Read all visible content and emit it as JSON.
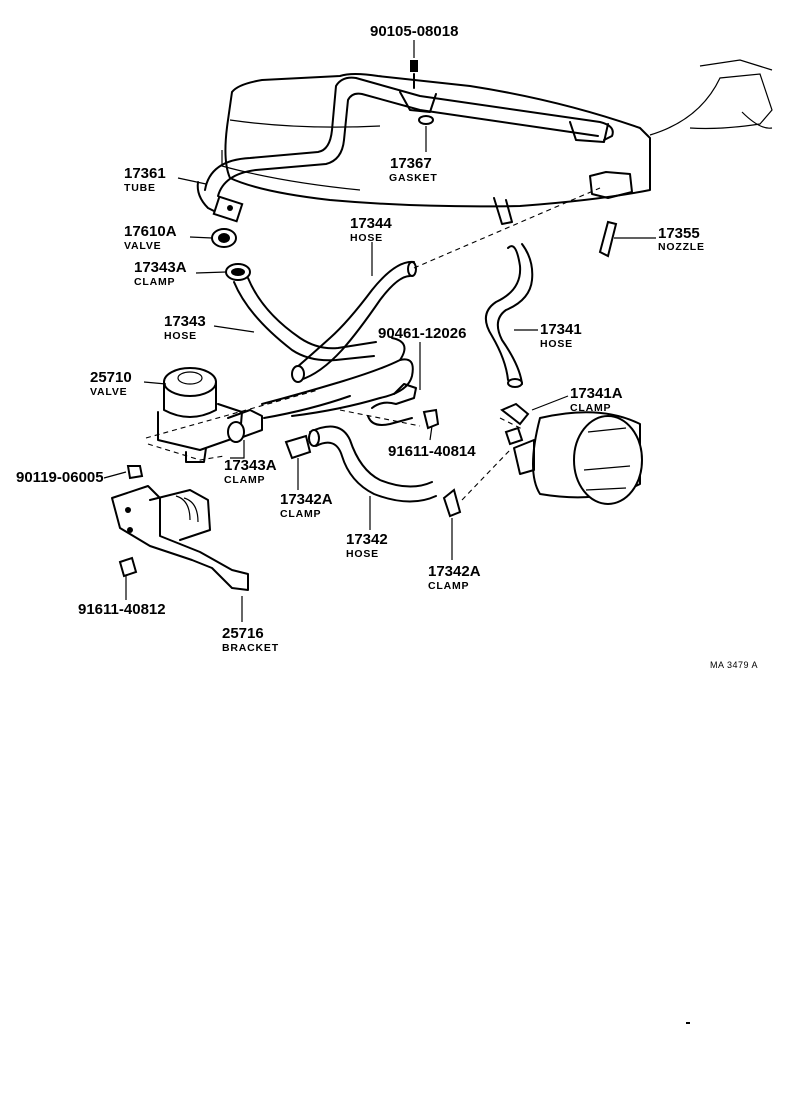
{
  "callouts": [
    {
      "id": "c-90105",
      "part": "90105-08018",
      "name": ""
    },
    {
      "id": "c-17361",
      "part": "17361",
      "name": "TUBE"
    },
    {
      "id": "c-17367",
      "part": "17367",
      "name": "GASKET"
    },
    {
      "id": "c-17610a",
      "part": "17610A",
      "name": "VALVE"
    },
    {
      "id": "c-17344",
      "part": "17344",
      "name": "HOSE"
    },
    {
      "id": "c-17355",
      "part": "17355",
      "name": "NOZZLE"
    },
    {
      "id": "c-17343a-top",
      "part": "17343A",
      "name": "CLAMP"
    },
    {
      "id": "c-17343",
      "part": "17343",
      "name": "HOSE"
    },
    {
      "id": "c-90461",
      "part": "90461-12026",
      "name": ""
    },
    {
      "id": "c-17341",
      "part": "17341",
      "name": "HOSE"
    },
    {
      "id": "c-25710",
      "part": "25710",
      "name": "VALVE"
    },
    {
      "id": "c-17341a",
      "part": "17341A",
      "name": "CLAMP"
    },
    {
      "id": "c-91611-40814",
      "part": "91611-40814",
      "name": ""
    },
    {
      "id": "c-17343a-bottom",
      "part": "17343A",
      "name": "CLAMP"
    },
    {
      "id": "c-90119",
      "part": "90119-06005",
      "name": ""
    },
    {
      "id": "c-17342a-left",
      "part": "17342A",
      "name": "CLAMP"
    },
    {
      "id": "c-17342",
      "part": "17342",
      "name": "HOSE"
    },
    {
      "id": "c-17342a-right",
      "part": "17342A",
      "name": "CLAMP"
    },
    {
      "id": "c-91611-40812",
      "part": "91611-40812",
      "name": ""
    },
    {
      "id": "c-25716",
      "part": "25716",
      "name": "BRACKET"
    }
  ],
  "figure_ref": "MA 3479 A"
}
